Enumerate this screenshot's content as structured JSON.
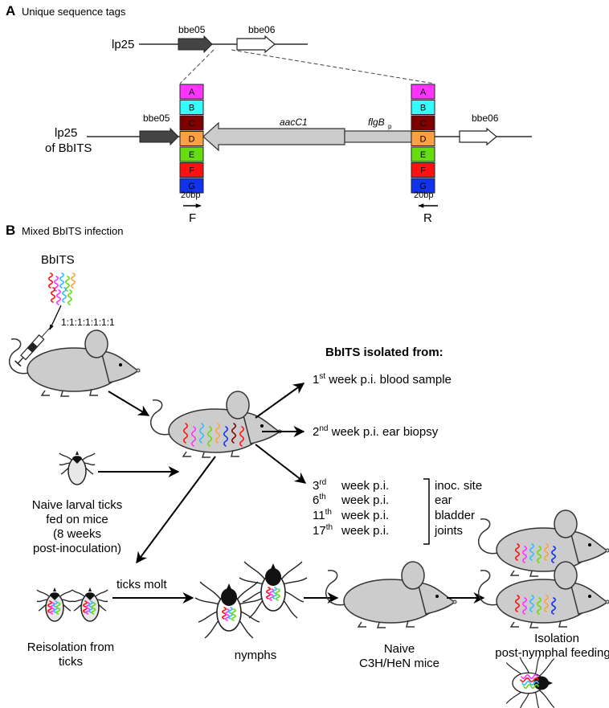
{
  "panel_a": {
    "letter": "A",
    "title": "Unique sequence tags",
    "plasmid": "lp25",
    "gene_left": "bbe05",
    "gene_right": "bbe06",
    "construct_line1": "lp25",
    "construct_line2": "of BbITS",
    "aac_label": "aacC1",
    "promoter_label": "flgB",
    "promoter_sub": "p",
    "tag_size": "20bp",
    "primer_fwd": "F",
    "primer_rev": "R",
    "tags": [
      {
        "label": "A",
        "color": "#ff33ff"
      },
      {
        "label": "B",
        "color": "#33ffff"
      },
      {
        "label": "C",
        "color": "#800000"
      },
      {
        "label": "D",
        "color": "#ffa040"
      },
      {
        "label": "E",
        "color": "#66dd11"
      },
      {
        "label": "F",
        "color": "#ff1111"
      },
      {
        "label": "G",
        "color": "#1133ee"
      }
    ]
  },
  "panel_b": {
    "letter": "B",
    "title": "Mixed BbITS infection",
    "bbits": "BbITS",
    "ratio": "1:1:1:1:1:1:1",
    "isolated_heading": "BbITS isolated from:",
    "iso1_sup": "st",
    "iso1_num": "1",
    "iso1_text": " week p.i. blood sample",
    "iso2_sup": "nd",
    "iso2_num": "2",
    "iso2_text": " week p.i. ear biopsy",
    "weeks": [
      {
        "num": "3",
        "sup": "rd",
        "text": "week p.i."
      },
      {
        "num": "6",
        "sup": "th",
        "text": "week p.i."
      },
      {
        "num": "11",
        "sup": "th",
        "text": "week p.i."
      },
      {
        "num": "17",
        "sup": "th",
        "text": "week p.i."
      }
    ],
    "sites": [
      "inoc. site",
      "ear",
      "bladder",
      "joints"
    ],
    "larval_label": [
      "Naive larval ticks",
      "fed on mice",
      "(8 weeks",
      "post-inoculation)"
    ],
    "reisolation_label": [
      "Reisolation from",
      "ticks"
    ],
    "ticks_molt": "ticks molt",
    "nymphs": "nymphs",
    "naive_mice": [
      "Naive",
      "C3H/HeN mice"
    ],
    "isolation": [
      "Isolation",
      "post-nymphal feeding"
    ]
  },
  "spirochete_colors": [
    "#ff1111",
    "#ff33ff",
    "#33bbff",
    "#66dd11",
    "#ffa040",
    "#1133ee",
    "#800000"
  ]
}
